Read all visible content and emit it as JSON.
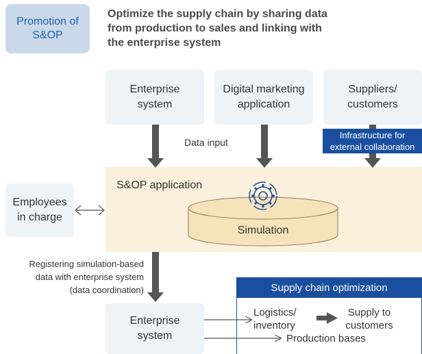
{
  "promotion": {
    "label": "Promotion of\nS&OP"
  },
  "headline": "Optimize the supply chain by sharing data\nfrom production to sales and linking with\nthe enterprise system",
  "sources": [
    {
      "label": "Enterprise\nsystem"
    },
    {
      "label": "Digital marketing\napplication"
    },
    {
      "label": "Suppliers/\ncustomers"
    }
  ],
  "infrastructure": {
    "label": "Infrastructure for\nexternal collaboration"
  },
  "data_input": {
    "label": "Data input"
  },
  "sop": {
    "label": "S&OP application",
    "simulation": "Simulation"
  },
  "employees": {
    "label": "Employees\nin charge"
  },
  "registering": {
    "label": "Registering simulation-based\ndata with enterprise system\n(data coordination)"
  },
  "enterprise_bottom": {
    "label": "Enterprise\nsystem"
  },
  "supply_chain": {
    "title": "Supply chain optimization",
    "logistics": "Logistics/\ninventory",
    "supply": "Supply to\ncustomers",
    "production": "Production bases"
  },
  "colors": {
    "box_bg": "#eef3f7",
    "promo_bg": "#c9d9ea",
    "sop_bg": "#fbf0db",
    "accent_blue": "#1a4fa0",
    "arrow_gray": "#555555"
  }
}
